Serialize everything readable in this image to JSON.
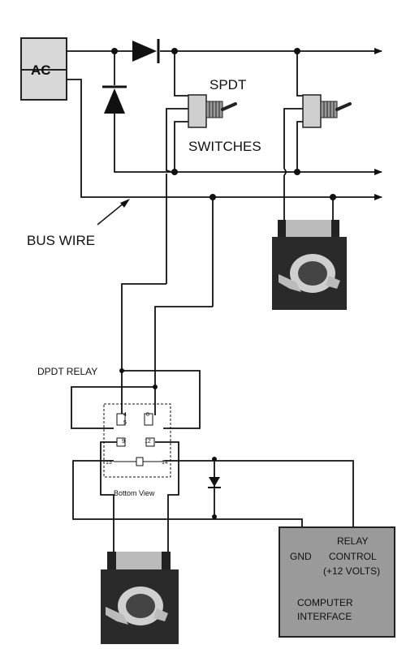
{
  "labels": {
    "ac": "AC",
    "spdt": "SPDT",
    "switches": "SWITCHES",
    "bus_wire": "BUS WIRE",
    "dpdt_relay": "DPDT RELAY",
    "bottom_view": "Bottom View",
    "gnd": "GND",
    "relay": "RELAY",
    "control": "CONTROL",
    "volts": "(+12 VOLTS)",
    "computer": "COMPUTER",
    "interface": "INTERFACE"
  },
  "pins": {
    "p4": "4",
    "p5": "5",
    "p8": "8",
    "p9": "9",
    "p12": "12",
    "p13": "13",
    "p14": "14"
  }
}
